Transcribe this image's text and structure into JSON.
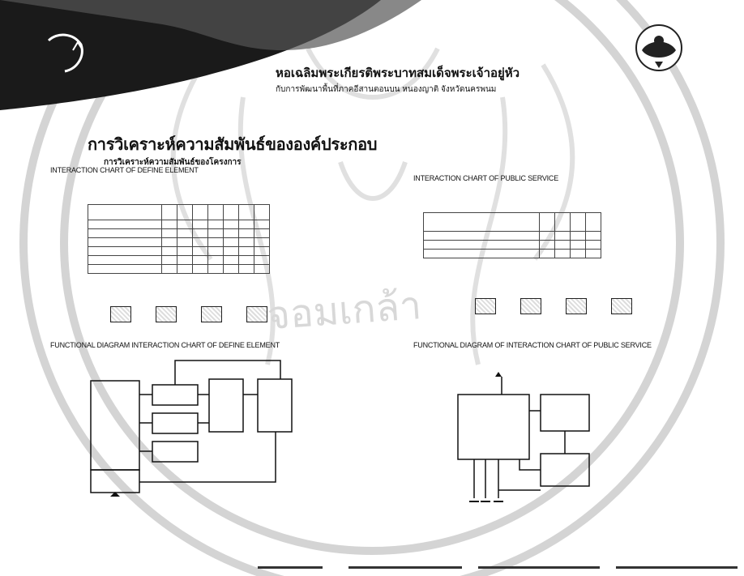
{
  "header": {
    "title": "หอเฉลิมพระเกียรติพระบาทสมเด็จพระเจ้าอยู่หัว",
    "subtitle": "กับการพัฒนาพื้นที่ภาคอีสานตอนบน หนองญาติ จังหวัดนครพนม"
  },
  "page": {
    "main_title": "การวิเคราะห์ความสัมพันธ์ขององค์ประกอบ",
    "sub_title": "การวิเคราะห์ความสัมพันธ์ของโครงการ"
  },
  "panels": {
    "left_matrix_caption": "INTERACTION CHART OF DEFINE ELEMENT",
    "right_matrix_caption": "INTERACTION CHART OF PUBLIC SERVICE",
    "left_diagram_caption": "FUNCTIONAL DIAGRAM INTERACTION CHART  OF DEFINE ELEMENT",
    "right_diagram_caption": "FUNCTIONAL DIAGRAM OF INTERACTION CHART OF PUBLIC SERVICE"
  },
  "watermark": {
    "text": "จอมเกล้า"
  }
}
